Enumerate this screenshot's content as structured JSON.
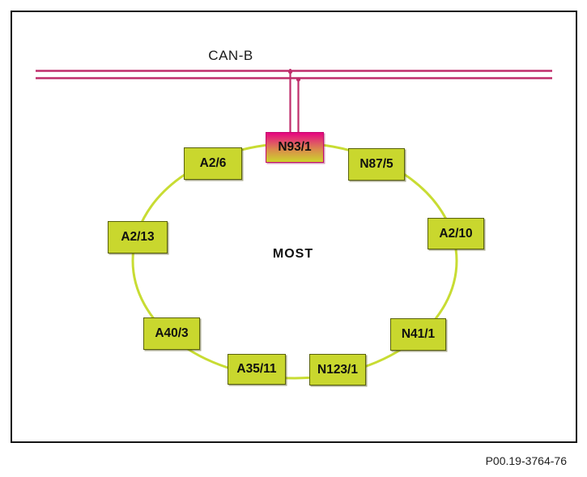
{
  "diagram": {
    "bus": {
      "label": "CAN-B"
    },
    "ring": {
      "label": "MOST"
    },
    "nodes": [
      {
        "id": "N93/1",
        "role": "gateway-to-can-b"
      },
      {
        "id": "N87/5"
      },
      {
        "id": "A2/10"
      },
      {
        "id": "N41/1"
      },
      {
        "id": "N123/1"
      },
      {
        "id": "A35/11"
      },
      {
        "id": "A40/3"
      },
      {
        "id": "A2/13"
      },
      {
        "id": "A2/6"
      }
    ],
    "figure_code": "P00.19-3764-76"
  },
  "colors": {
    "node_fill": "#c9d72e",
    "node_border": "#59610b",
    "ring": "#c8dc33",
    "bus": "#bf2d6b",
    "gateway_gradient_top": "#e60580",
    "gateway_gradient_bottom": "#ccd52c",
    "gateway_border": "#c3096d",
    "frame_border": "#151515",
    "text": "#111111"
  }
}
